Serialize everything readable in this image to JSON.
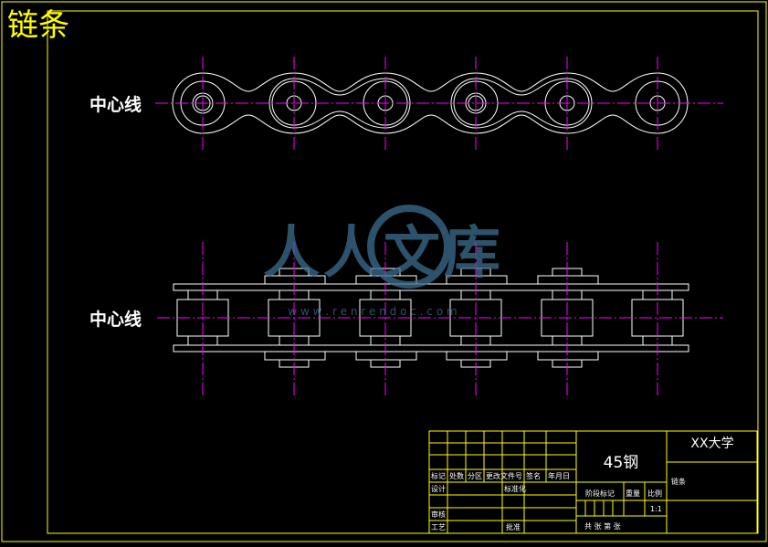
{
  "title": "链条",
  "views": {
    "top_label": "中心线",
    "bottom_label": "中心线"
  },
  "watermark": {
    "brand": "人人文库",
    "url": "w w w . r e n r e n d o c . c o m"
  },
  "title_block": {
    "material": "45钢",
    "school": "XX大学",
    "part_name": "链条",
    "scale": "1:1",
    "headers": [
      "标记",
      "处数",
      "分区",
      "更改文件号",
      "签名",
      "年月日"
    ],
    "design": "设计",
    "standardize": "标准化",
    "stage_mark": "阶段标记",
    "weight": "重量",
    "ratio": "比例",
    "review": "审核",
    "process": "工艺",
    "approve": "批准",
    "sheets": "共    张    第    张"
  },
  "colors": {
    "outline": "#ffff00",
    "geometry": "#ffffff",
    "centerline": "#ff00ff",
    "watermark": "#3c6e91"
  }
}
